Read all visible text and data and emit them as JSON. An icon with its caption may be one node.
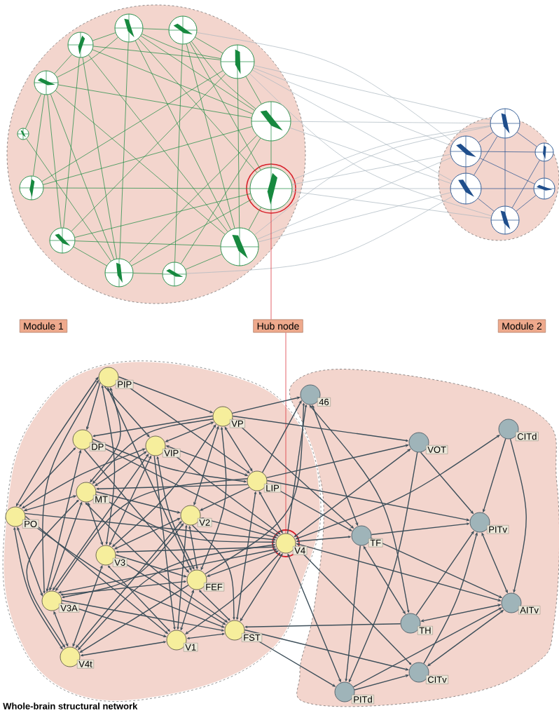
{
  "diagram": {
    "title": "Whole-brain structural network",
    "nodes": [
      {
        "text": [],
        "shape": "circle"
      },
      {
        "text": [],
        "shape": "circle"
      },
      {
        "text": [],
        "shape": "circle"
      },
      {
        "text": [],
        "shape": "circle"
      },
      {
        "text": [],
        "shape": "circle"
      },
      {
        "text": [],
        "shape": "circle"
      },
      {
        "text": [],
        "shape": "circle"
      },
      {
        "text": [],
        "shape": "circle"
      },
      {
        "text": [],
        "shape": "circle"
      },
      {
        "text": [],
        "shape": "circle"
      },
      {
        "text": [],
        "shape": "circle"
      },
      {
        "text": [],
        "shape": "circle"
      },
      {
        "text": [],
        "shape": "circle"
      },
      {
        "text": [],
        "shape": "circle"
      },
      {
        "text": [],
        "shape": "circle"
      },
      {
        "text": [],
        "shape": "circle"
      },
      {
        "text": [],
        "shape": "circle"
      },
      {
        "text": [],
        "shape": "circle"
      },
      {
        "text": [],
        "shape": "circle"
      },
      {
        "text": [
          "Module 1"
        ]
      },
      {
        "text": [
          "Hub node"
        ]
      },
      {
        "text": [
          "Module 2"
        ]
      },
      {
        "text": [
          "PIP"
        ]
      },
      {
        "text": [
          "46"
        ]
      },
      {
        "text": [
          "VP"
        ]
      },
      {
        "text": [
          "DP"
        ]
      },
      {
        "text": [
          "VIP"
        ]
      },
      {
        "text": [
          "VOT"
        ]
      },
      {
        "text": [
          "CITd"
        ]
      },
      {
        "text": [
          "MT"
        ]
      },
      {
        "text": [
          "LIP"
        ]
      },
      {
        "text": [
          "PO"
        ]
      },
      {
        "text": [
          "V2"
        ]
      },
      {
        "text": [
          "V4"
        ]
      },
      {
        "text": [
          "TF"
        ]
      },
      {
        "text": [
          "PITv"
        ]
      },
      {
        "text": [
          "V3"
        ]
      },
      {
        "text": [
          "FEF"
        ]
      },
      {
        "text": [
          "AITv"
        ]
      },
      {
        "text": [
          "V3A"
        ]
      },
      {
        "text": [
          "TH"
        ]
      },
      {
        "text": [
          "FST"
        ]
      },
      {
        "text": [
          "V1"
        ]
      },
      {
        "text": [
          "V4t"
        ]
      },
      {
        "text": [
          "CITv"
        ]
      },
      {
        "text": [
          "PITd"
        ]
      }
    ],
    "edges": [
      {
        "from": 0,
        "to": 1,
        "arrow": "none",
        "color": "#17893f"
      },
      {
        "from": 0,
        "to": 12,
        "arrow": "none",
        "color": "#17893f"
      },
      {
        "from": 0,
        "to": 3,
        "arrow": "none",
        "color": "#17893f"
      },
      {
        "from": 0,
        "to": 4,
        "arrow": "none",
        "color": "#17893f"
      },
      {
        "from": 0,
        "to": 6,
        "arrow": "none",
        "color": "#17893f"
      },
      {
        "from": 0,
        "to": 8,
        "arrow": "none",
        "color": "#17893f"
      },
      {
        "from": 0,
        "to": 9,
        "arrow": "none",
        "color": "#17893f"
      },
      {
        "from": 1,
        "to": 2,
        "arrow": "none",
        "color": "#17893f"
      },
      {
        "from": 1,
        "to": 3,
        "arrow": "none",
        "color": "#17893f"
      },
      {
        "from": 1,
        "to": 4,
        "arrow": "none",
        "color": "#17893f"
      },
      {
        "from": 1,
        "to": 5,
        "arrow": "none",
        "color": "#17893f"
      },
      {
        "from": 1,
        "to": 6,
        "arrow": "none",
        "color": "#17893f"
      },
      {
        "from": 1,
        "to": 8,
        "arrow": "none",
        "color": "#17893f"
      },
      {
        "from": 1,
        "to": 12,
        "arrow": "none",
        "color": "#17893f"
      },
      {
        "from": 2,
        "to": 3,
        "arrow": "none",
        "color": "#17893f"
      },
      {
        "from": 2,
        "to": 4,
        "arrow": "none",
        "color": "#17893f"
      },
      {
        "from": 2,
        "to": 5,
        "arrow": "none",
        "color": "#17893f"
      },
      {
        "from": 2,
        "to": 6,
        "arrow": "none",
        "color": "#17893f"
      },
      {
        "from": 2,
        "to": 7,
        "arrow": "none",
        "color": "#17893f"
      },
      {
        "from": 3,
        "to": 4,
        "arrow": "none",
        "color": "#17893f"
      },
      {
        "from": 3,
        "to": 6,
        "arrow": "none",
        "color": "#17893f"
      },
      {
        "from": 3,
        "to": 9,
        "arrow": "none",
        "color": "#17893f"
      },
      {
        "from": 3,
        "to": 10,
        "arrow": "none",
        "color": "#17893f"
      },
      {
        "from": 4,
        "to": 5,
        "arrow": "none",
        "color": "#17893f"
      },
      {
        "from": 4,
        "to": 7,
        "arrow": "none",
        "color": "#17893f"
      },
      {
        "from": 4,
        "to": 8,
        "arrow": "none",
        "color": "#17893f"
      },
      {
        "from": 4,
        "to": 10,
        "arrow": "none",
        "color": "#17893f"
      },
      {
        "from": 4,
        "to": 12,
        "arrow": "none",
        "color": "#17893f"
      },
      {
        "from": 5,
        "to": 6,
        "arrow": "none",
        "color": "#17893f"
      },
      {
        "from": 5,
        "to": 8,
        "arrow": "none",
        "color": "#17893f"
      },
      {
        "from": 5,
        "to": 9,
        "arrow": "none",
        "color": "#17893f"
      },
      {
        "from": 5,
        "to": 10,
        "arrow": "none",
        "color": "#17893f"
      },
      {
        "from": 6,
        "to": 7,
        "arrow": "none",
        "color": "#17893f"
      },
      {
        "from": 6,
        "to": 9,
        "arrow": "none",
        "color": "#17893f"
      },
      {
        "from": 6,
        "to": 12,
        "arrow": "none",
        "color": "#17893f"
      },
      {
        "from": 7,
        "to": 8,
        "arrow": "none",
        "color": "#17893f"
      },
      {
        "from": 8,
        "to": 9,
        "arrow": "none",
        "color": "#17893f"
      },
      {
        "from": 8,
        "to": 12,
        "arrow": "none",
        "color": "#17893f"
      },
      {
        "from": 9,
        "to": 12,
        "arrow": "none",
        "color": "#17893f"
      },
      {
        "from": 10,
        "to": 12,
        "arrow": "none",
        "color": "#17893f"
      },
      {
        "from": 11,
        "to": 12,
        "arrow": "none",
        "color": "#17893f"
      },
      {
        "from": 11,
        "to": 8,
        "arrow": "none",
        "color": "#17893f"
      },
      {
        "from": 2,
        "to": 14,
        "arrow": "none",
        "color": "#a9b6bf"
      },
      {
        "from": 3,
        "to": 13,
        "arrow": "none",
        "color": "#a9b6bf"
      },
      {
        "from": 3,
        "to": 14,
        "arrow": "none",
        "color": "#a9b6bf"
      },
      {
        "from": 3,
        "to": 16,
        "arrow": "none",
        "color": "#a9b6bf"
      },
      {
        "from": 3,
        "to": 18,
        "arrow": "none",
        "color": "#a9b6bf"
      },
      {
        "from": 4,
        "to": 13,
        "arrow": "none",
        "color": "#a9b6bf"
      },
      {
        "from": 4,
        "to": 16,
        "arrow": "none",
        "color": "#a9b6bf"
      },
      {
        "from": 5,
        "to": 13,
        "arrow": "none",
        "color": "#a9b6bf"
      },
      {
        "from": 5,
        "to": 14,
        "arrow": "none",
        "color": "#a9b6bf"
      },
      {
        "from": 5,
        "to": 16,
        "arrow": "none",
        "color": "#a9b6bf"
      },
      {
        "from": 5,
        "to": 18,
        "arrow": "none",
        "color": "#a9b6bf"
      },
      {
        "from": 6,
        "to": 13,
        "arrow": "none",
        "color": "#a9b6bf"
      },
      {
        "from": 6,
        "to": 14,
        "arrow": "none",
        "color": "#a9b6bf"
      },
      {
        "from": 6,
        "to": 16,
        "arrow": "none",
        "color": "#a9b6bf"
      },
      {
        "from": 7,
        "to": 16,
        "arrow": "none",
        "color": "#a9b6bf"
      },
      {
        "from": 13,
        "to": 14,
        "arrow": "none",
        "color": "#1f4e8c"
      },
      {
        "from": 13,
        "to": 15,
        "arrow": "none",
        "color": "#1f4e8c"
      },
      {
        "from": 13,
        "to": 18,
        "arrow": "none",
        "color": "#1f4e8c"
      },
      {
        "from": 13,
        "to": 16,
        "arrow": "none",
        "color": "#1f4e8c"
      },
      {
        "from": 14,
        "to": 15,
        "arrow": "none",
        "color": "#1f4e8c"
      },
      {
        "from": 14,
        "to": 17,
        "arrow": "none",
        "color": "#1f4e8c"
      },
      {
        "from": 14,
        "to": 16,
        "arrow": "none",
        "color": "#1f4e8c"
      },
      {
        "from": 15,
        "to": 17,
        "arrow": "none",
        "color": "#1f4e8c"
      },
      {
        "from": 15,
        "to": 18,
        "arrow": "none",
        "color": "#1f4e8c"
      },
      {
        "from": 16,
        "to": 17,
        "arrow": "none",
        "color": "#1f4e8c"
      },
      {
        "from": 16,
        "to": 18,
        "arrow": "none",
        "color": "#1f4e8c"
      },
      {
        "from": 17,
        "to": 18,
        "arrow": "none",
        "color": "#1f4e8c"
      },
      {
        "from": 20,
        "to": 5,
        "arrow": "none",
        "color": "#d7202a"
      },
      {
        "from": 20,
        "to": 33,
        "arrow": "none",
        "color": "#d7202a"
      },
      {
        "from": 22,
        "to": 24,
        "arrow": "to"
      },
      {
        "from": 22,
        "to": 25,
        "arrow": "to"
      },
      {
        "from": 22,
        "to": 31,
        "arrow": "both"
      },
      {
        "from": 22,
        "to": 29,
        "arrow": "both"
      },
      {
        "from": 22,
        "to": 36,
        "arrow": "both"
      },
      {
        "from": 22,
        "to": 39,
        "arrow": "both"
      },
      {
        "from": 22,
        "to": 26,
        "arrow": "to"
      },
      {
        "from": 22,
        "to": 37,
        "arrow": "both"
      },
      {
        "from": 22,
        "to": 30,
        "arrow": "both"
      },
      {
        "from": 24,
        "to": 25,
        "arrow": "to"
      },
      {
        "from": 24,
        "to": 26,
        "arrow": "both"
      },
      {
        "from": 24,
        "to": 23,
        "arrow": "to"
      },
      {
        "from": 24,
        "to": 27,
        "arrow": "to"
      },
      {
        "from": 24,
        "to": 32,
        "arrow": "both"
      },
      {
        "from": 24,
        "to": 36,
        "arrow": "both"
      },
      {
        "from": 24,
        "to": 37,
        "arrow": "both"
      },
      {
        "from": 24,
        "to": 29,
        "arrow": "to"
      },
      {
        "from": 24,
        "to": 34,
        "arrow": "to"
      },
      {
        "from": 24,
        "to": 30,
        "arrow": "both"
      },
      {
        "from": 25,
        "to": 30,
        "arrow": "to"
      },
      {
        "from": 25,
        "to": 31,
        "arrow": "both"
      },
      {
        "from": 25,
        "to": 33,
        "arrow": "to"
      },
      {
        "from": 25,
        "to": 37,
        "arrow": "to"
      },
      {
        "from": 25,
        "to": 39,
        "arrow": "both"
      },
      {
        "from": 26,
        "to": 29,
        "arrow": "both"
      },
      {
        "from": 26,
        "to": 31,
        "arrow": "both"
      },
      {
        "from": 26,
        "to": 36,
        "arrow": "both"
      },
      {
        "from": 26,
        "to": 37,
        "arrow": "both"
      },
      {
        "from": 26,
        "to": 39,
        "arrow": "both"
      },
      {
        "from": 26,
        "to": 42,
        "arrow": "to"
      },
      {
        "from": 26,
        "to": 30,
        "arrow": "both"
      },
      {
        "from": 26,
        "to": 33,
        "arrow": "to"
      },
      {
        "from": 29,
        "to": 31,
        "arrow": "both"
      },
      {
        "from": 29,
        "to": 32,
        "arrow": "to"
      },
      {
        "from": 29,
        "to": 36,
        "arrow": "both"
      },
      {
        "from": 29,
        "to": 43,
        "arrow": "both"
      },
      {
        "from": 29,
        "to": 41,
        "arrow": "both"
      },
      {
        "from": 29,
        "to": 33,
        "arrow": "to"
      },
      {
        "from": 29,
        "to": 39,
        "arrow": "both"
      },
      {
        "from": 30,
        "to": 29,
        "arrow": "to"
      },
      {
        "from": 30,
        "to": 23,
        "arrow": "to"
      },
      {
        "from": 30,
        "to": 32,
        "arrow": "to"
      },
      {
        "from": 30,
        "to": 33,
        "arrow": "both"
      },
      {
        "from": 30,
        "to": 41,
        "arrow": "both"
      },
      {
        "from": 30,
        "to": 39,
        "arrow": "to"
      },
      {
        "from": 30,
        "to": 35,
        "arrow": "to"
      },
      {
        "from": 30,
        "to": 34,
        "arrow": "to"
      },
      {
        "from": 30,
        "to": 27,
        "arrow": "to"
      },
      {
        "from": 31,
        "to": 33,
        "arrow": "to"
      },
      {
        "from": 31,
        "to": 39,
        "arrow": "both"
      },
      {
        "from": 31,
        "to": 43,
        "arrow": "both"
      },
      {
        "from": 31,
        "to": 42,
        "arrow": "to"
      },
      {
        "from": 31,
        "to": 41,
        "arrow": "to"
      },
      {
        "from": 32,
        "to": 33,
        "arrow": "both"
      },
      {
        "from": 32,
        "to": 36,
        "arrow": "both"
      },
      {
        "from": 32,
        "to": 37,
        "arrow": "both"
      },
      {
        "from": 32,
        "to": 39,
        "arrow": "both"
      },
      {
        "from": 32,
        "to": 42,
        "arrow": "both"
      },
      {
        "from": 32,
        "to": 43,
        "arrow": "both"
      },
      {
        "from": 32,
        "to": 41,
        "arrow": "to"
      },
      {
        "from": 36,
        "to": 33,
        "arrow": "both"
      },
      {
        "from": 36,
        "to": 37,
        "arrow": "to"
      },
      {
        "from": 36,
        "to": 43,
        "arrow": "both"
      },
      {
        "from": 36,
        "to": 42,
        "arrow": "both"
      },
      {
        "from": 36,
        "to": 41,
        "arrow": "both"
      },
      {
        "from": 37,
        "to": 33,
        "arrow": "both"
      },
      {
        "from": 37,
        "to": 23,
        "arrow": "to"
      },
      {
        "from": 37,
        "to": 39,
        "arrow": "both"
      },
      {
        "from": 37,
        "to": 42,
        "arrow": "both"
      },
      {
        "from": 37,
        "to": 41,
        "arrow": "both"
      },
      {
        "from": 37,
        "to": 43,
        "arrow": "to"
      },
      {
        "from": 33,
        "to": 23,
        "arrow": "to"
      },
      {
        "from": 33,
        "to": 34,
        "arrow": "both"
      },
      {
        "from": 33,
        "to": 27,
        "arrow": "both"
      },
      {
        "from": 33,
        "to": 28,
        "arrow": "both"
      },
      {
        "from": 33,
        "to": 38,
        "arrow": "both"
      },
      {
        "from": 33,
        "to": 45,
        "arrow": "both"
      },
      {
        "from": 33,
        "to": 44,
        "arrow": "to"
      },
      {
        "from": 33,
        "to": 41,
        "arrow": "both"
      },
      {
        "from": 33,
        "to": 42,
        "arrow": "both"
      },
      {
        "from": 33,
        "to": 39,
        "arrow": "both"
      },
      {
        "from": 33,
        "to": 43,
        "arrow": "both"
      },
      {
        "from": 39,
        "to": 42,
        "arrow": "to"
      },
      {
        "from": 39,
        "to": 43,
        "arrow": "both"
      },
      {
        "from": 39,
        "to": 41,
        "arrow": "to"
      },
      {
        "from": 42,
        "to": 43,
        "arrow": "both"
      },
      {
        "from": 42,
        "to": 41,
        "arrow": "both"
      },
      {
        "from": 40,
        "to": 41,
        "arrow": "to"
      },
      {
        "from": 41,
        "to": 44,
        "arrow": "to"
      },
      {
        "from": 41,
        "to": 45,
        "arrow": "to"
      },
      {
        "from": 23,
        "to": 34,
        "arrow": "both"
      },
      {
        "from": 23,
        "to": 40,
        "arrow": "both"
      },
      {
        "from": 34,
        "to": 35,
        "arrow": "to"
      },
      {
        "from": 34,
        "to": 38,
        "arrow": "to"
      },
      {
        "from": 34,
        "to": 40,
        "arrow": "both"
      },
      {
        "from": 34,
        "to": 45,
        "arrow": "to"
      },
      {
        "from": 27,
        "to": 35,
        "arrow": "to"
      },
      {
        "from": 27,
        "to": 45,
        "arrow": "to"
      },
      {
        "from": 28,
        "to": 35,
        "arrow": "to"
      },
      {
        "from": 28,
        "to": 38,
        "arrow": "to"
      },
      {
        "from": 35,
        "to": 38,
        "arrow": "both"
      },
      {
        "from": 40,
        "to": 35,
        "arrow": "to"
      },
      {
        "from": 44,
        "to": 35,
        "arrow": "to"
      },
      {
        "from": 38,
        "to": 40,
        "arrow": "both"
      },
      {
        "from": 38,
        "to": 44,
        "arrow": "both"
      },
      {
        "from": 45,
        "to": 38,
        "arrow": "to"
      },
      {
        "from": 45,
        "to": 44,
        "arrow": "to"
      }
    ]
  }
}
